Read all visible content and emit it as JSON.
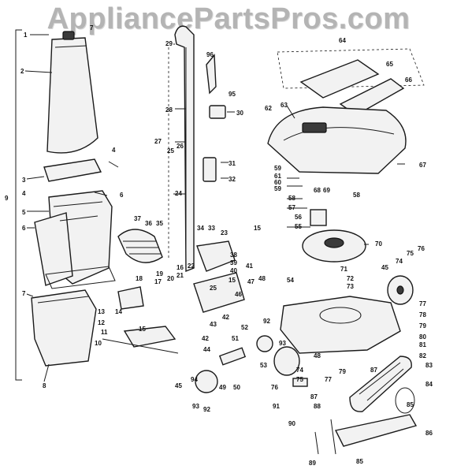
{
  "watermark": "AppliancePartsPros.com",
  "callouts": [
    {
      "id": "c1",
      "text": "1"
    },
    {
      "id": "c2",
      "text": "2"
    },
    {
      "id": "c3",
      "text": "3"
    },
    {
      "id": "c4a",
      "text": "4"
    },
    {
      "id": "c4b",
      "text": "4"
    },
    {
      "id": "c5",
      "text": "5"
    },
    {
      "id": "c6a",
      "text": "6"
    },
    {
      "id": "c6b",
      "text": "6"
    },
    {
      "id": "c7a",
      "text": "7"
    },
    {
      "id": "c7b",
      "text": "7"
    },
    {
      "id": "c8",
      "text": "8"
    },
    {
      "id": "c9",
      "text": "9"
    },
    {
      "id": "c10",
      "text": "10"
    },
    {
      "id": "c11",
      "text": "11"
    },
    {
      "id": "c12",
      "text": "12"
    },
    {
      "id": "c13",
      "text": "13"
    },
    {
      "id": "c14",
      "text": "14"
    },
    {
      "id": "c15a",
      "text": "15"
    },
    {
      "id": "c15b",
      "text": "15"
    },
    {
      "id": "c15c",
      "text": "15"
    },
    {
      "id": "c16",
      "text": "16"
    },
    {
      "id": "c17",
      "text": "17"
    },
    {
      "id": "c18",
      "text": "18"
    },
    {
      "id": "c19",
      "text": "19"
    },
    {
      "id": "c20",
      "text": "20"
    },
    {
      "id": "c21",
      "text": "21"
    },
    {
      "id": "c22",
      "text": "22"
    },
    {
      "id": "c23",
      "text": "23"
    },
    {
      "id": "c24",
      "text": "24"
    },
    {
      "id": "c25a",
      "text": "25"
    },
    {
      "id": "c25b",
      "text": "25"
    },
    {
      "id": "c26",
      "text": "26"
    },
    {
      "id": "c27",
      "text": "27"
    },
    {
      "id": "c28",
      "text": "28"
    },
    {
      "id": "c29",
      "text": "29"
    },
    {
      "id": "c30",
      "text": "30"
    },
    {
      "id": "c31",
      "text": "31"
    },
    {
      "id": "c32",
      "text": "32"
    },
    {
      "id": "c33",
      "text": "33"
    },
    {
      "id": "c34",
      "text": "34"
    },
    {
      "id": "c35",
      "text": "35"
    },
    {
      "id": "c36",
      "text": "36"
    },
    {
      "id": "c37",
      "text": "37"
    },
    {
      "id": "c38",
      "text": "38"
    },
    {
      "id": "c39",
      "text": "39"
    },
    {
      "id": "c40",
      "text": "40"
    },
    {
      "id": "c41",
      "text": "41"
    },
    {
      "id": "c42a",
      "text": "42"
    },
    {
      "id": "c42b",
      "text": "42"
    },
    {
      "id": "c43",
      "text": "43"
    },
    {
      "id": "c44",
      "text": "44"
    },
    {
      "id": "c45a",
      "text": "45"
    },
    {
      "id": "c45b",
      "text": "45"
    },
    {
      "id": "c46",
      "text": "46"
    },
    {
      "id": "c47",
      "text": "47"
    },
    {
      "id": "c48a",
      "text": "48"
    },
    {
      "id": "c48b",
      "text": "48"
    },
    {
      "id": "c49",
      "text": "49"
    },
    {
      "id": "c50",
      "text": "50"
    },
    {
      "id": "c51",
      "text": "51"
    },
    {
      "id": "c52",
      "text": "52"
    },
    {
      "id": "c53",
      "text": "53"
    },
    {
      "id": "c54",
      "text": "54"
    },
    {
      "id": "c55",
      "text": "55"
    },
    {
      "id": "c56",
      "text": "56"
    },
    {
      "id": "c57",
      "text": "57"
    },
    {
      "id": "c58a",
      "text": "58"
    },
    {
      "id": "c58b",
      "text": "58"
    },
    {
      "id": "c59a",
      "text": "59"
    },
    {
      "id": "c59b",
      "text": "59"
    },
    {
      "id": "c60",
      "text": "60"
    },
    {
      "id": "c61",
      "text": "61"
    },
    {
      "id": "c62",
      "text": "62"
    },
    {
      "id": "c63",
      "text": "63"
    },
    {
      "id": "c64",
      "text": "64"
    },
    {
      "id": "c65",
      "text": "65"
    },
    {
      "id": "c66",
      "text": "66"
    },
    {
      "id": "c67",
      "text": "67"
    },
    {
      "id": "c68",
      "text": "68"
    },
    {
      "id": "c69",
      "text": "69"
    },
    {
      "id": "c70",
      "text": "70"
    },
    {
      "id": "c71",
      "text": "71"
    },
    {
      "id": "c72",
      "text": "72"
    },
    {
      "id": "c73",
      "text": "73"
    },
    {
      "id": "c74a",
      "text": "74"
    },
    {
      "id": "c74b",
      "text": "74"
    },
    {
      "id": "c75a",
      "text": "75"
    },
    {
      "id": "c75b",
      "text": "75"
    },
    {
      "id": "c76a",
      "text": "76"
    },
    {
      "id": "c76b",
      "text": "76"
    },
    {
      "id": "c77a",
      "text": "77"
    },
    {
      "id": "c77b",
      "text": "77"
    },
    {
      "id": "c78",
      "text": "78"
    },
    {
      "id": "c79a",
      "text": "79"
    },
    {
      "id": "c79b",
      "text": "79"
    },
    {
      "id": "c80",
      "text": "80"
    },
    {
      "id": "c81",
      "text": "81"
    },
    {
      "id": "c82",
      "text": "82"
    },
    {
      "id": "c83",
      "text": "83"
    },
    {
      "id": "c84",
      "text": "84"
    },
    {
      "id": "c85a",
      "text": "85"
    },
    {
      "id": "c85b",
      "text": "85"
    },
    {
      "id": "c86",
      "text": "86"
    },
    {
      "id": "c87a",
      "text": "87"
    },
    {
      "id": "c87b",
      "text": "87"
    },
    {
      "id": "c88",
      "text": "88"
    },
    {
      "id": "c89",
      "text": "89"
    },
    {
      "id": "c90",
      "text": "90"
    },
    {
      "id": "c91",
      "text": "91"
    },
    {
      "id": "c92a",
      "text": "92"
    },
    {
      "id": "c92b",
      "text": "92"
    },
    {
      "id": "c93a",
      "text": "93"
    },
    {
      "id": "c93b",
      "text": "93"
    },
    {
      "id": "c94",
      "text": "94"
    },
    {
      "id": "c95",
      "text": "95"
    },
    {
      "id": "c96",
      "text": "96"
    }
  ]
}
